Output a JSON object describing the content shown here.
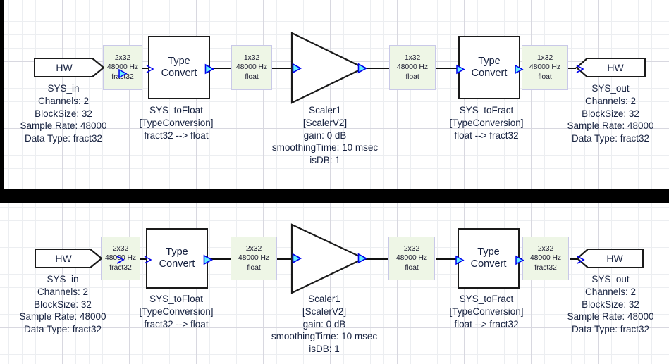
{
  "meta": {
    "title": "Audio Weaver signal flow diagram (two variants)",
    "canvas_background": "#ffffff",
    "grid_minor_color": "#eceef1",
    "grid_major_color": "#d8d8e0",
    "separator_color": "#000000",
    "label_box_fill": "#eef6e6",
    "label_box_border": "#c9c9e8",
    "port_fill": "#66f0ff",
    "port_stroke": "#0000ee",
    "text_color": "#16213f",
    "wire_color": "#111111"
  },
  "diagrams": [
    {
      "id": "top",
      "blocks": {
        "sys_in": {
          "label": "HW",
          "name": "SYS_in",
          "props": [
            "Channels: 2",
            "BlockSize: 32",
            "Sample Rate: 48000",
            "Data Type: fract32"
          ]
        },
        "to_float": {
          "line1": "Type",
          "line2": "Convert",
          "name": "SYS_toFloat",
          "type": "[TypeConversion]",
          "detail": "fract32 --> float"
        },
        "scaler": {
          "name": "Scaler1",
          "type": "[ScalerV2]",
          "props": [
            "gain: 0 dB",
            "smoothingTime: 10 msec",
            "isDB: 1"
          ]
        },
        "to_fract": {
          "line1": "Type",
          "line2": "Convert",
          "name": "SYS_toFract",
          "type": "[TypeConversion]",
          "detail": "float --> fract32"
        },
        "sys_out": {
          "label": "HW",
          "name": "SYS_out",
          "props": [
            "Channels: 2",
            "BlockSize: 32",
            "Sample Rate: 48000",
            "Data Type: fract32"
          ]
        }
      },
      "signals": [
        {
          "id": "s1",
          "dims": "2x32",
          "rate": "48000 Hz",
          "dtype": "fract32"
        },
        {
          "id": "s2",
          "dims": "1x32",
          "rate": "48000 Hz",
          "dtype": "float"
        },
        {
          "id": "s3",
          "dims": "1x32",
          "rate": "48000 Hz",
          "dtype": "float"
        },
        {
          "id": "s4",
          "dims": "1x32",
          "rate": "48000 Hz",
          "dtype": "float"
        }
      ]
    },
    {
      "id": "bottom",
      "blocks": {
        "sys_in": {
          "label": "HW",
          "name": "SYS_in",
          "props": [
            "Channels: 2",
            "BlockSize: 32",
            "Sample Rate: 48000",
            "Data Type: fract32"
          ]
        },
        "to_float": {
          "line1": "Type",
          "line2": "Convert",
          "name": "SYS_toFloat",
          "type": "[TypeConversion]",
          "detail": "fract32 --> float"
        },
        "scaler": {
          "name": "Scaler1",
          "type": "[ScalerV2]",
          "props": [
            "gain: 0 dB",
            "smoothingTime: 10 msec",
            "isDB: 1"
          ]
        },
        "to_fract": {
          "line1": "Type",
          "line2": "Convert",
          "name": "SYS_toFract",
          "type": "[TypeConversion]",
          "detail": "float --> fract32"
        },
        "sys_out": {
          "label": "HW",
          "name": "SYS_out",
          "props": [
            "Channels: 2",
            "BlockSize: 32",
            "Sample Rate: 48000",
            "Data Type: fract32"
          ]
        }
      },
      "signals": [
        {
          "id": "s1",
          "dims": "2x32",
          "rate": "48000 Hz",
          "dtype": "fract32"
        },
        {
          "id": "s2",
          "dims": "2x32",
          "rate": "48000 Hz",
          "dtype": "float"
        },
        {
          "id": "s3",
          "dims": "2x32",
          "rate": "48000 Hz",
          "dtype": "float"
        },
        {
          "id": "s4",
          "dims": "2x32",
          "rate": "48000 Hz",
          "dtype": "fract32"
        }
      ]
    }
  ]
}
